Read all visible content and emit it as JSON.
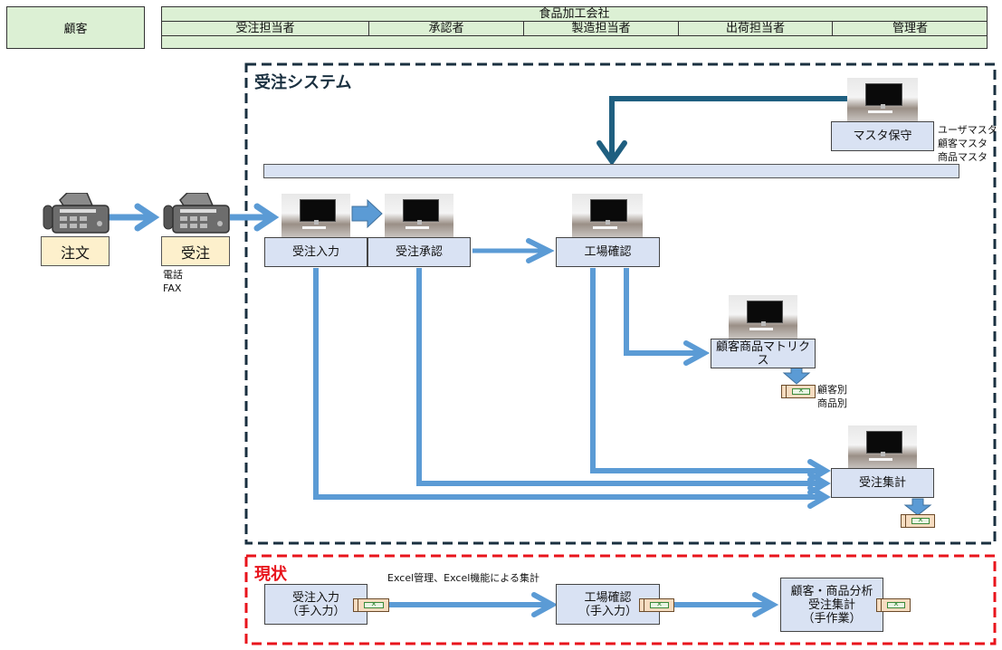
{
  "swimlanes": {
    "customer": "顧客",
    "company": "食品加工会社",
    "roles": [
      "受注担当者",
      "承認者",
      "製造担当者",
      "出荷担当者",
      "管理者"
    ]
  },
  "system_section": {
    "title": "受注システム",
    "border_color": "#1a3040",
    "processes": {
      "master_maintenance": "マスタ保守",
      "order_entry": "受注入力",
      "order_approval": "受注承認",
      "factory_check": "工場確認",
      "customer_product_matrix": "顧客商品マトリクス",
      "order_summary": "受注集計"
    },
    "master_notes": [
      "ユーザマスタ",
      "顧客マスタ",
      "商品マスタ"
    ],
    "matrix_notes": [
      "顧客別",
      "商品別"
    ]
  },
  "outside": {
    "order": "注文",
    "receive": "受注",
    "channels": [
      "電話",
      "FAX"
    ]
  },
  "current_section": {
    "title": "現状",
    "border_color": "#e8141c",
    "note": "Excel管理、Excel機能による集計",
    "processes": {
      "manual_entry": [
        "受注入力",
        "（手入力）"
      ],
      "manual_factory": [
        "工場確認",
        "（手入力）"
      ],
      "manual_analysis": [
        "顧客・商品分析",
        "受注集計",
        "（手作業）"
      ]
    }
  },
  "colors": {
    "arrow_blue": "#5b9bd5",
    "master_arrow": "#1f5f80",
    "process_fill": "#d9e2f3",
    "lane_fill": "#dcf0d4",
    "doc_fill": "#fdf0cc"
  }
}
